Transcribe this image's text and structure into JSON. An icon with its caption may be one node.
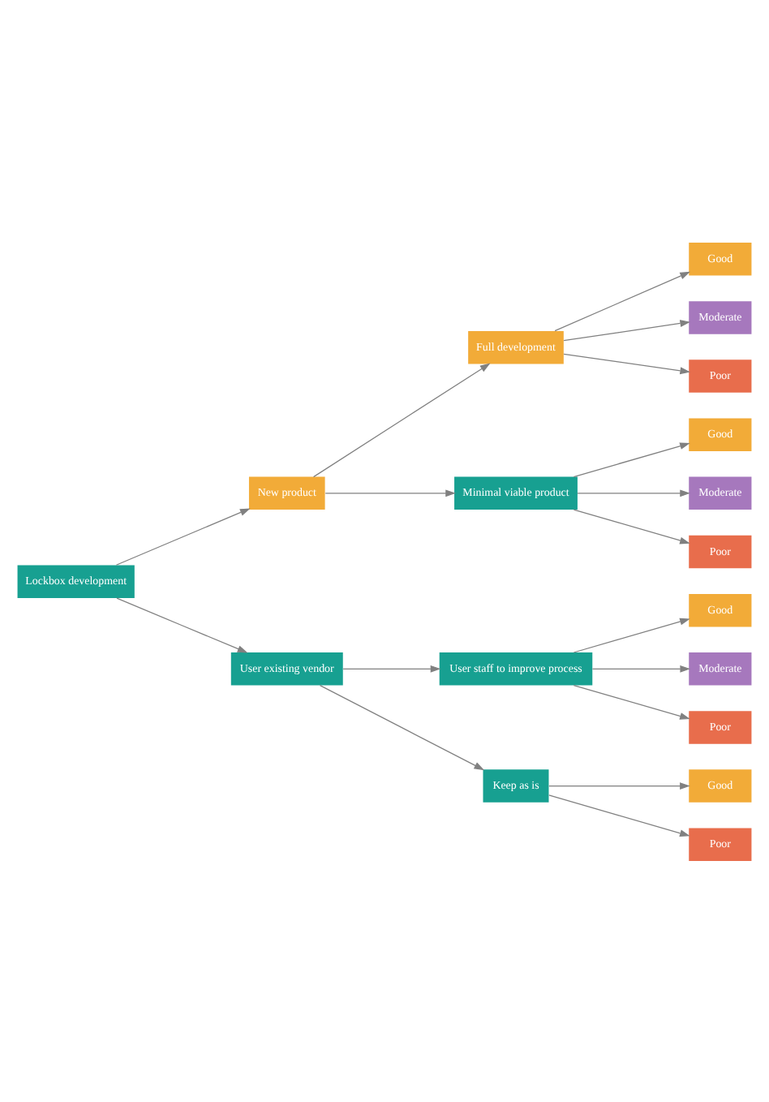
{
  "diagram": {
    "nodes": [
      {
        "text": [
          "Lockbox development"
        ]
      },
      {
        "text": [
          "New product"
        ]
      },
      {
        "text": [
          "Full development"
        ]
      },
      {
        "text": [
          "Good"
        ]
      },
      {
        "text": [
          "Moderate"
        ]
      },
      {
        "text": [
          "Poor"
        ]
      },
      {
        "text": [
          "Minimal viable product"
        ]
      },
      {
        "text": [
          "Good"
        ]
      },
      {
        "text": [
          "Moderate"
        ]
      },
      {
        "text": [
          "Poor"
        ]
      },
      {
        "text": [
          "User existing vendor"
        ]
      },
      {
        "text": [
          "User staff to improve process"
        ]
      },
      {
        "text": [
          "Good"
        ]
      },
      {
        "text": [
          "Moderate"
        ]
      },
      {
        "text": [
          "Poor"
        ]
      },
      {
        "text": [
          "Keep as is"
        ]
      },
      {
        "text": [
          "Good"
        ]
      },
      {
        "text": [
          "Poor"
        ]
      }
    ],
    "edges": [
      {
        "from": 0,
        "to": 1,
        "arrow": "to"
      },
      {
        "from": 1,
        "to": 2,
        "arrow": "to"
      },
      {
        "from": 2,
        "to": 3,
        "arrow": "to"
      },
      {
        "from": 2,
        "to": 4,
        "arrow": "to"
      },
      {
        "from": 2,
        "to": 5,
        "arrow": "to"
      },
      {
        "from": 1,
        "to": 6,
        "arrow": "to"
      },
      {
        "from": 6,
        "to": 7,
        "arrow": "to"
      },
      {
        "from": 6,
        "to": 8,
        "arrow": "to"
      },
      {
        "from": 6,
        "to": 9,
        "arrow": "to"
      },
      {
        "from": 0,
        "to": 10,
        "arrow": "to"
      },
      {
        "from": 10,
        "to": 11,
        "arrow": "to"
      },
      {
        "from": 11,
        "to": 12,
        "arrow": "to"
      },
      {
        "from": 11,
        "to": 13,
        "arrow": "to"
      },
      {
        "from": 11,
        "to": 14,
        "arrow": "to"
      },
      {
        "from": 10,
        "to": 15,
        "arrow": "to"
      },
      {
        "from": 15,
        "to": 16,
        "arrow": "to"
      },
      {
        "from": 15,
        "to": 17,
        "arrow": "to"
      }
    ]
  }
}
